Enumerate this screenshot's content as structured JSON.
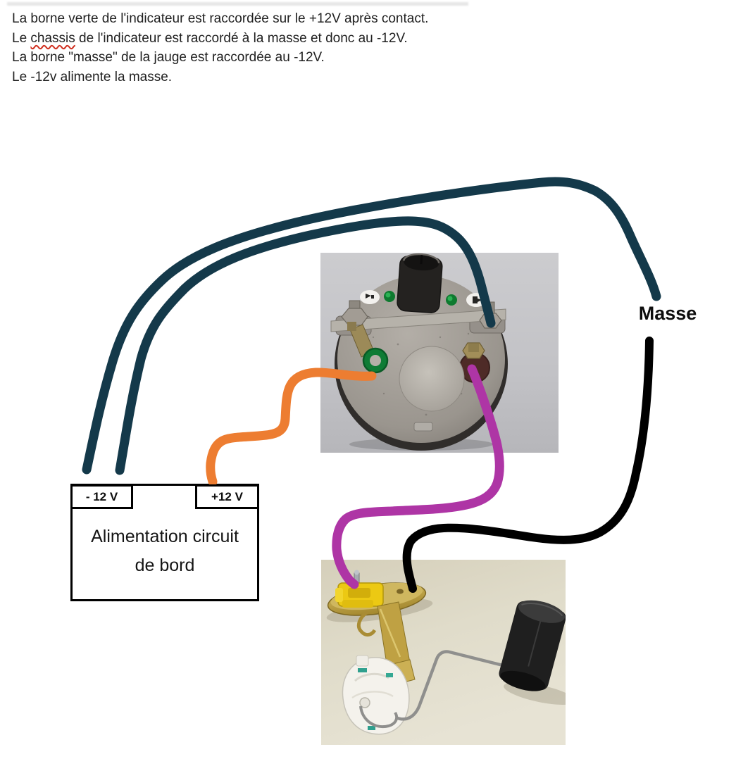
{
  "notes": {
    "line1": "La borne verte de l'indicateur est raccordée sur le +12V après contact.",
    "line2_prefix": "Le ",
    "line2_word": "chassis",
    "line2_suffix": " de l'indicateur est raccordé à la masse et donc au -12V.",
    "line3": "La borne \"masse\" de la jauge est raccordée au -12V.",
    "line4": "Le -12v alimente la masse."
  },
  "labels": {
    "masse": "Masse"
  },
  "power_box": {
    "neg_label": "- 12 V",
    "pos_label": "+12 V",
    "title_line1": "Alimentation circuit",
    "title_line2": "de bord"
  },
  "colors": {
    "wire_chassis_ground": "#14394a",
    "wire_plus12v": "#ed7d31",
    "wire_sender_signal": "#ae35a5",
    "wire_sender_ground": "#000000",
    "spellcheck_underline": "#d03020"
  }
}
